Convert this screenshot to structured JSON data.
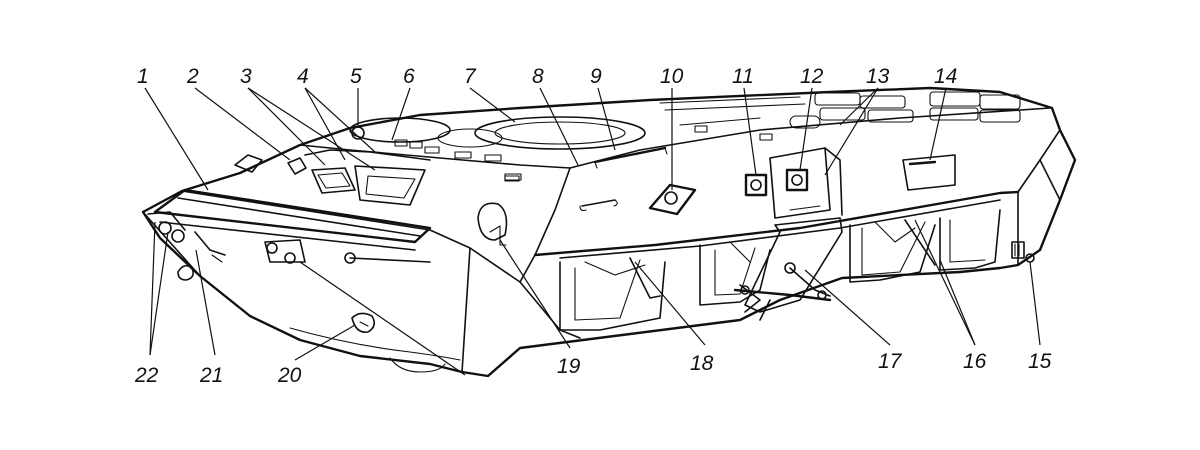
{
  "figure": {
    "callouts": [
      {
        "id": "c1",
        "text": "1"
      },
      {
        "id": "c2",
        "text": "2"
      },
      {
        "id": "c3",
        "text": "3"
      },
      {
        "id": "c4",
        "text": "4"
      },
      {
        "id": "c5",
        "text": "5"
      },
      {
        "id": "c6",
        "text": "6"
      },
      {
        "id": "c7",
        "text": "7"
      },
      {
        "id": "c8",
        "text": "8"
      },
      {
        "id": "c9",
        "text": "9"
      },
      {
        "id": "c10",
        "text": "10"
      },
      {
        "id": "c11",
        "text": "11"
      },
      {
        "id": "c12",
        "text": "12"
      },
      {
        "id": "c13",
        "text": "13"
      },
      {
        "id": "c14",
        "text": "14"
      },
      {
        "id": "c15",
        "text": "15"
      },
      {
        "id": "c16",
        "text": "16"
      },
      {
        "id": "c17",
        "text": "17"
      },
      {
        "id": "c18",
        "text": "18"
      },
      {
        "id": "c19",
        "text": "19"
      },
      {
        "id": "c20",
        "text": "20"
      },
      {
        "id": "c21",
        "text": "21"
      },
      {
        "id": "c22",
        "text": "22"
      }
    ],
    "colors": {
      "ink": "#111111",
      "paper": "#ffffff"
    }
  }
}
